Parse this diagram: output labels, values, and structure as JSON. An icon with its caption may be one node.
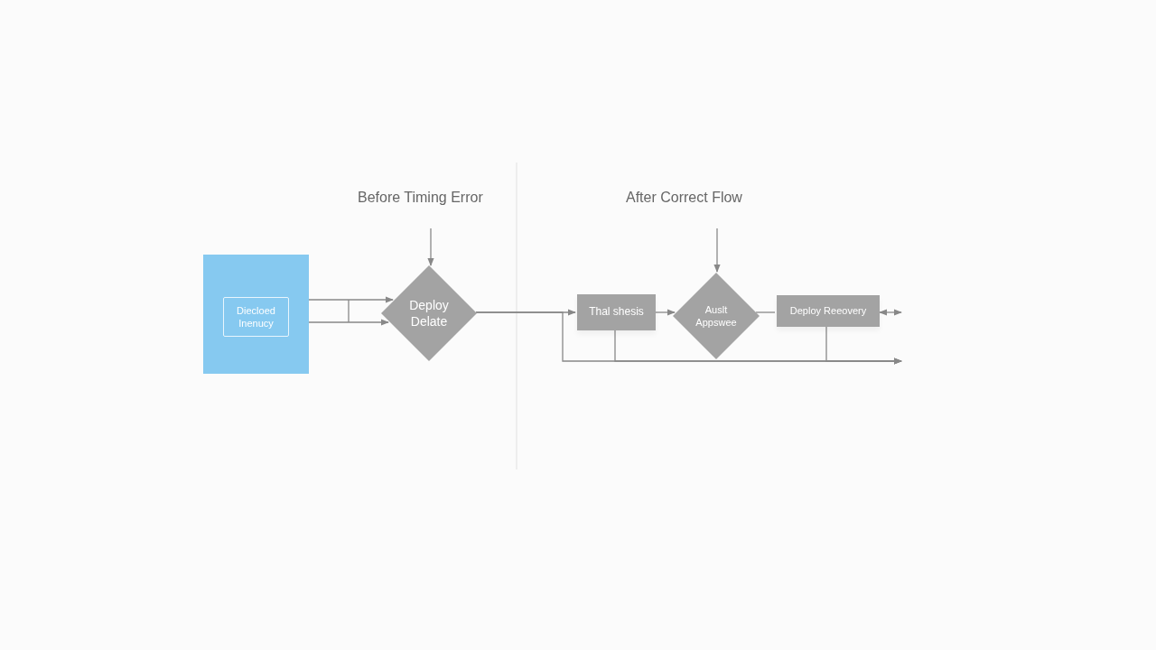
{
  "diagram": {
    "nodes": [
      {
        "text": [],
        "shape": "box"
      },
      {
        "text": [
          "Diecloed Inenucy"
        ],
        "in": 0
      },
      {
        "text": [
          "Deploy Delate"
        ]
      },
      {
        "text": [
          "Thal shesis"
        ]
      },
      {
        "text": [
          "Auslt Appswee"
        ]
      },
      {
        "text": [
          "Deploy Reeovery"
        ]
      }
    ],
    "edges": [
      {
        "from": 0,
        "to": 2,
        "arrow": "to"
      },
      {
        "from": 0,
        "to": 2,
        "arrow": "to"
      },
      {
        "from": null,
        "to": 2,
        "arrow": "to"
      },
      {
        "from": 2,
        "to": 3,
        "arrow": "to"
      },
      {
        "from": 2,
        "to": null,
        "arrow": "to"
      },
      {
        "from": null,
        "to": 4,
        "arrow": "to"
      },
      {
        "from": 3,
        "to": 4,
        "arrow": "to"
      },
      {
        "from": 4,
        "to": 5,
        "arrow": "none"
      },
      {
        "from": 5,
        "to": null,
        "arrow": "both"
      },
      {
        "from": 3,
        "to": null,
        "arrow": "to"
      },
      {
        "from": 5,
        "to": null,
        "arrow": "to"
      }
    ],
    "labels": [
      "Before Timing Error",
      "After Correct Flow"
    ]
  }
}
